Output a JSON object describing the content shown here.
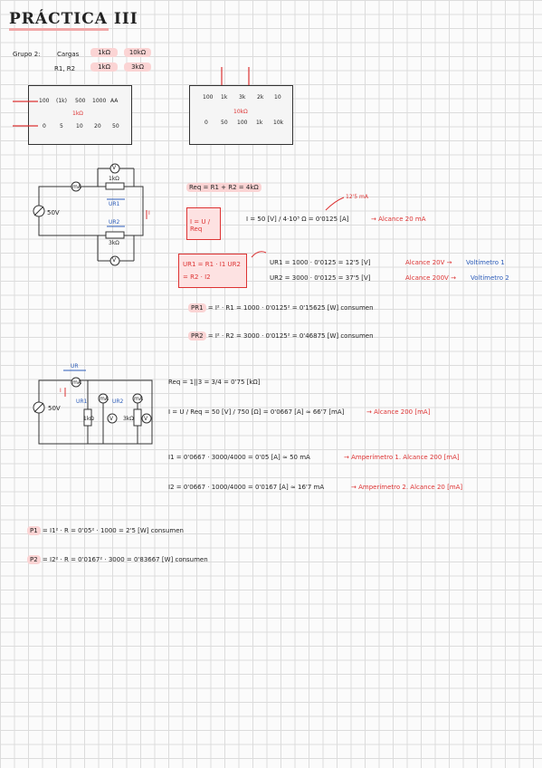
{
  "title": "PRÁCTICA III",
  "group": {
    "label": "Grupo 2:",
    "cargas_label": "Cargas",
    "cargas": [
      "1kΩ",
      "10kΩ"
    ],
    "r_label": "R1, R2",
    "r_values": [
      "1kΩ",
      "3kΩ"
    ]
  },
  "box1": {
    "top_row": [
      "100",
      "(1k)",
      "500",
      "1000",
      "AA"
    ],
    "bottom_row": [
      "0",
      "5",
      "10",
      "20",
      "50"
    ],
    "mid_label": "1kΩ"
  },
  "box2": {
    "top_row": [
      "100",
      "1k",
      "3k",
      "2k",
      "10"
    ],
    "bottom_row": [
      "0",
      "50",
      "100",
      "1k",
      "10k"
    ],
    "mid_label": "10kΩ"
  },
  "circuit1": {
    "source": "50V",
    "r1": "1kΩ",
    "r2": "3kΩ",
    "ur1": "UR1",
    "ur2": "UR2",
    "current": "I",
    "meter": "mA",
    "volt": "V"
  },
  "calc1": {
    "req": "Req = R1 + R2 = 4kΩ",
    "formula_box": "I = U / Req",
    "i_eq": "I = 50 [V] / 4·10³ Ω = 0'0125 [A]",
    "i_note": "→ Alcance 20 mA",
    "annot": "12'5 mA",
    "u_box": "UR1 = R1 · I1  UR2 = R2 · I2",
    "ur1_eq": "UR1 = 1000 · 0'0125 = 12'5 [V]",
    "ur1_note": "Alcance 20V →",
    "ur1_blue": "Voltímetro 1",
    "ur2_eq": "UR2 = 3000 · 0'0125 = 37'5 [V]",
    "ur2_note": "Alcance 200V →",
    "ur2_blue": "Voltímetro 2",
    "pr1_lbl": "PR1",
    "pr1": " = I² · R1 = 1000 · 0'0125² = 0'15625 [W] consumen",
    "pr2_lbl": "PR2",
    "pr2": " = I² · R2 = 3000 · 0'0125² = 0'46875 [W] consumen"
  },
  "circuit2": {
    "source": "50V",
    "current": "I",
    "r1": "1kΩ",
    "r2": "3kΩ",
    "meter": "mA",
    "volt": "V",
    "ur": "UR",
    "labels": [
      "UR1",
      "UR2"
    ]
  },
  "calc2": {
    "req": "Req = 1||3 = 3/4 = 0'75 [kΩ]",
    "i_eq": "I = U / Req = 50 [V] / 750 [Ω] = 0'0667 [A] ≈ 66'7 [mA]",
    "i_note": "→ Alcance 200 [mA]",
    "i1_eq": "I1 = 0'0667 · 3000/4000 = 0'05 [A] ≈ 50 mA",
    "i1_note": "→ Amperímetro 1. Alcance 200 [mA]",
    "i2_eq": "I2 = 0'0667 · 1000/4000 = 0'0167 [A] ≈ 16'7 mA",
    "i2_note": "→ Amperímetro 2. Alcance 20 [mA]",
    "p1_lbl": "P1",
    "p1": " = I1² · R = 0'05² · 1000 = 2'5 [W] consumen",
    "p2_lbl": "P2",
    "p2": " = I2² · R = 0'0167² · 3000 = 0'83667 [W] consumen"
  }
}
